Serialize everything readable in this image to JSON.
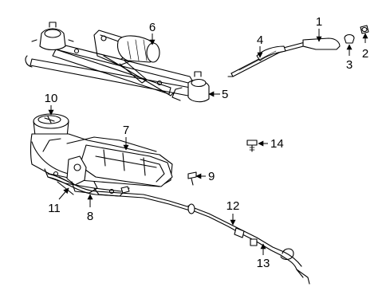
{
  "diagram": {
    "callouts": [
      {
        "id": "1",
        "text": "1"
      },
      {
        "id": "2",
        "text": "2"
      },
      {
        "id": "3",
        "text": "3"
      },
      {
        "id": "4",
        "text": "4"
      },
      {
        "id": "5",
        "text": "5"
      },
      {
        "id": "6",
        "text": "6"
      },
      {
        "id": "7",
        "text": "7"
      },
      {
        "id": "8",
        "text": "8"
      },
      {
        "id": "9",
        "text": "9"
      },
      {
        "id": "10",
        "text": "10"
      },
      {
        "id": "11",
        "text": "11"
      },
      {
        "id": "12",
        "text": "12"
      },
      {
        "id": "13",
        "text": "13"
      },
      {
        "id": "14",
        "text": "14"
      }
    ]
  }
}
